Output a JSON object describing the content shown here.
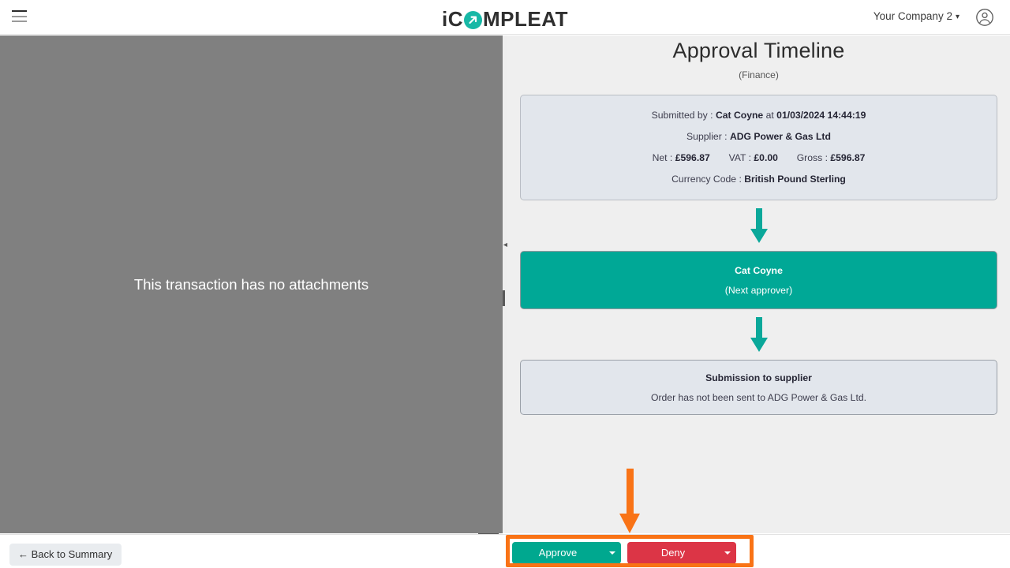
{
  "topbar": {
    "menu_icon": "hamburger-icon",
    "brand_prefix": "iC",
    "brand_suffix": "MPLEAT",
    "brand_full": "iCOMPLEAT",
    "company": "Your Company 2",
    "company_caret": "▾",
    "account_icon": "user-circle-icon"
  },
  "left_panel": {
    "message": "This transaction has no attachments",
    "collapse_icon": "chevron-left-icon",
    "grip": "resize-handle"
  },
  "timeline": {
    "title": "Approval Timeline",
    "subtitle": "(Finance)",
    "summary": {
      "submitted_label": "Submitted by :",
      "submitted_by": "Cat Coyne",
      "submitted_at_word": "at",
      "submitted_at": "01/03/2024 14:44:19",
      "supplier_label": "Supplier :",
      "supplier": "ADG Power & Gas Ltd",
      "net_label": "Net :",
      "net": "£596.87",
      "vat_label": "VAT :",
      "vat": "£0.00",
      "gross_label": "Gross :",
      "gross": "£596.87",
      "currency_label": "Currency Code :",
      "currency": "British Pound Sterling"
    },
    "approver_step": {
      "name": "Cat Coyne",
      "status": "(Next approver)"
    },
    "submission_step": {
      "title": "Submission to supplier",
      "description": "Order has not been sent to ADG Power & Gas Ltd."
    },
    "arrow_color": "#0aa89a"
  },
  "bottom_bar": {
    "back_label": "← Back to Summary",
    "approve_label": "Approve",
    "deny_label": "Deny",
    "approve_color": "#00a88f",
    "deny_color": "#dc3546",
    "dropdown_caret": "▾"
  },
  "annotation": {
    "color": "#f97316",
    "arrow": "down-arrow-annotation",
    "box": "highlight-box-annotation"
  }
}
